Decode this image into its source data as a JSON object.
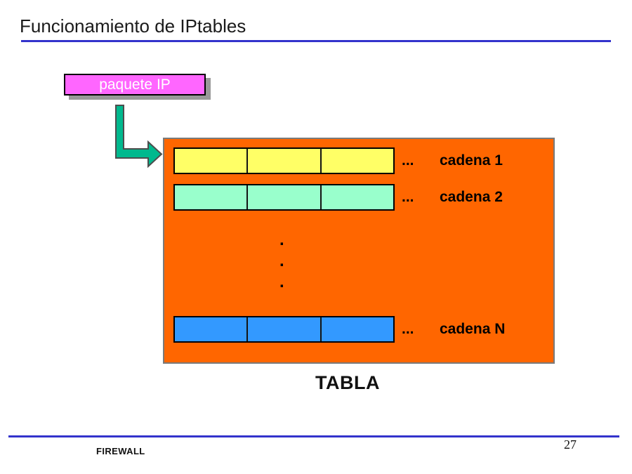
{
  "slide": {
    "title": "Funcionamiento de IPtables",
    "footer_label": "FIREWALL",
    "page_number": "27"
  },
  "packet_box": {
    "label": "paquete IP",
    "fill": "#FF66FF"
  },
  "table_box": {
    "label": "TABLA",
    "fill": "#FF6600",
    "chains": [
      {
        "dots": "...",
        "label": "cadena 1",
        "fill": "#FFFF66"
      },
      {
        "dots": "...",
        "label": "cadena 2",
        "fill": "#99FFCC"
      },
      {
        "dots": "...",
        "label": "cadena N",
        "fill": "#3399FF"
      }
    ],
    "vertical_dots": [
      ".",
      ".",
      "."
    ]
  },
  "colors": {
    "accent_line": "#3333CC",
    "arrow_fill": "#00B98E",
    "arrow_outline": "#4d4d4d",
    "packet_shadow": "#999999"
  }
}
